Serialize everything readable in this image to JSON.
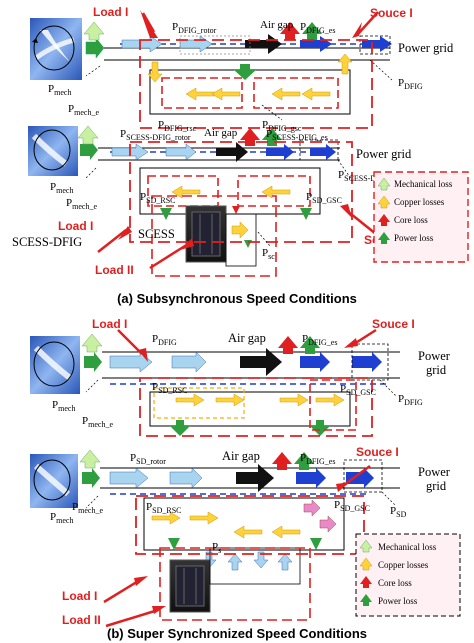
{
  "panels": {
    "a_top": {
      "labels": {
        "p_dfig_rotor": "P",
        "p_dfig_rotor_sub": "DFIG_rotor",
        "air_gap": "Air gap",
        "p_dfig_es": "P",
        "p_dfig_es_sub": "DFIG_es",
        "power_grid": "Power grid",
        "p_dfig": "P",
        "p_dfig_sub": "DFIG",
        "p_mech": "P",
        "p_mech_sub": "mech",
        "p_mech_e": "P",
        "p_mech_e_sub": "mech_e",
        "p_dfig_rsc": "P",
        "p_dfig_rsc_sub": "DFIG_rsc",
        "p_dfig_gsc": "P",
        "p_dfig_gsc_sub": "DFIG_gsc",
        "load": "Load I",
        "source": "Souce I"
      }
    },
    "a_bottom": {
      "labels": {
        "p_scess_rotor": "P",
        "p_scess_rotor_sub": "SCESS-DFIG_rotor",
        "air_gap": "Air gap",
        "p_scess_es": "P",
        "p_scess_es_sub": "SCESS-DFIG_es",
        "power_grid": "Power grid",
        "p_scess": "P",
        "p_scess_sub": "SCESS-DFIG",
        "p_mech": "P",
        "p_mech_sub": "mech",
        "p_mech_e": "P",
        "p_mech_e_sub": "mech_e",
        "p_sd_rsc": "P",
        "p_sd_rsc_sub": "SD_RSC",
        "p_sd_gsc": "P",
        "p_sd_gsc_sub": "SD_GSC",
        "p_sc": "P",
        "p_sc_sub": "sc",
        "scess": "SCESS",
        "scess_dfig": "SCESS-DFIG",
        "load1": "Load I",
        "load2": "Load II",
        "source": "Souce I"
      },
      "legend": {
        "items": [
          "Mechanical loss",
          "Copper losses",
          "Core loss",
          "Power loss"
        ],
        "colors": [
          "#c8f0a0",
          "#ffd23c",
          "#e02020",
          "#2e9e3e"
        ]
      }
    },
    "b_top": {
      "labels": {
        "p_dfig": "P",
        "p_dfig_sub": "DFIG",
        "air_gap": "Air gap",
        "p_dfig_es": "P",
        "p_dfig_es_sub": "DFIG_es",
        "power_grid_1": "Power",
        "power_grid_2": "grid",
        "p_dfig_right": "P",
        "p_dfig_right_sub": "DFIG",
        "p_mech": "P",
        "p_mech_sub": "mech",
        "p_mech_e": "P",
        "p_mech_e_sub": "mech_e",
        "p_sd_rsc": "P",
        "p_sd_rsc_sub": "SD_RSC",
        "p_sd_gsc": "P",
        "p_sd_gsc_sub": "SD_GSC",
        "load": "Load I",
        "source": "Souce I"
      }
    },
    "b_bottom": {
      "labels": {
        "p_sd_rotor": "P",
        "p_sd_rotor_sub": "SD_rotor",
        "air_gap": "Air gap",
        "p_dfig_es": "P",
        "p_dfig_es_sub": "DFIG_es",
        "power_grid_1": "Power",
        "power_grid_2": "grid",
        "p_sd": "P",
        "p_sd_sub": "SD",
        "p_mech": "P",
        "p_mech_sub": "mech",
        "p_mech_e": "P",
        "p_mech_e_sub": "mech_e",
        "p_sd_rsc": "P",
        "p_sd_rsc_sub": "SD_RSC",
        "p_sd_gsc": "P",
        "p_sd_gsc_sub": "SD_GSC",
        "p_s": "P",
        "p_s_sub": "s",
        "load1": "Load I",
        "load2": "Load II",
        "source": "Souce I"
      },
      "legend": {
        "items": [
          "Mechanical loss",
          "Copper losses",
          "Core loss",
          "Power loss"
        ],
        "colors": [
          "#c8f0a0",
          "#ffd23c",
          "#e02020",
          "#2e9e3e"
        ]
      }
    }
  },
  "captions": {
    "a": "(a) Subsynchronous Speed Conditions",
    "b": "(b) Super Synchronized Speed Conditions"
  },
  "colors": {
    "mechanical": "#c8f0a0",
    "copper": "#ffd23c",
    "core": "#e02020",
    "power_loss": "#2e9e3e",
    "flow_blue": "#1f3fd0",
    "flow_light": "#a8d4f0",
    "boundary_red": "#e02020"
  }
}
